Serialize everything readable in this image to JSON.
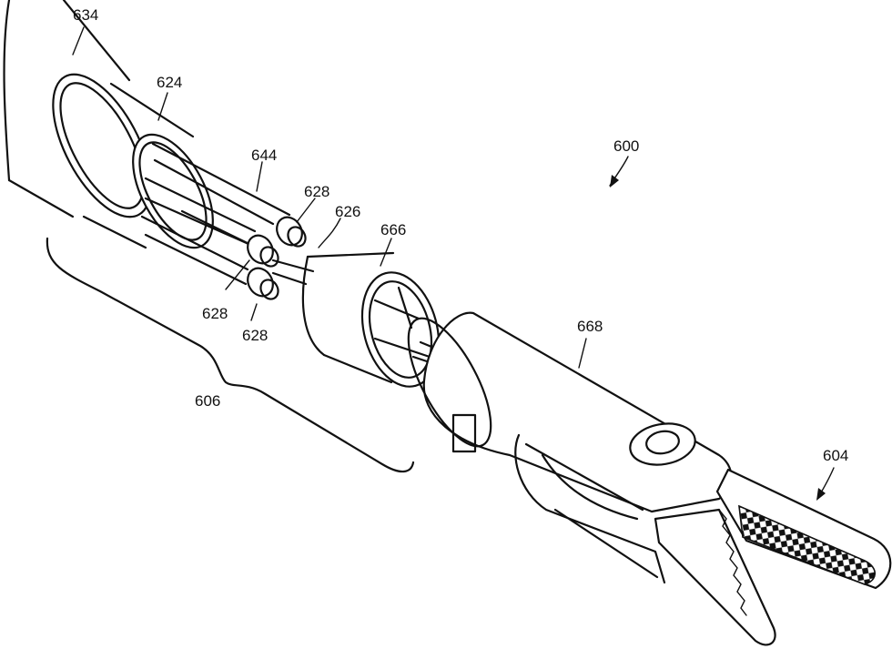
{
  "figure": {
    "labels": {
      "l634": "634",
      "l624": "624",
      "l644": "644",
      "l628a": "628",
      "l626": "626",
      "l666": "666",
      "l628b": "628",
      "l628c": "628",
      "l606": "606",
      "l600": "600",
      "l668": "668",
      "l604": "604"
    },
    "colors": {
      "ink": "#111111",
      "paper": "#ffffff"
    }
  }
}
